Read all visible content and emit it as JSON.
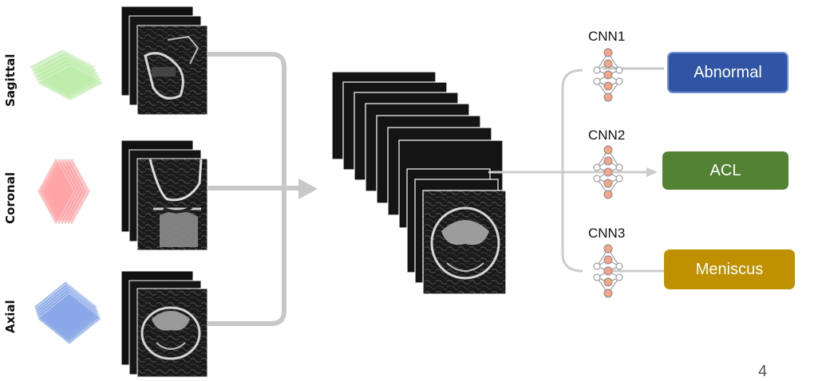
{
  "views": [
    {
      "label": "Sagittal",
      "color": "#7ed957"
    },
    {
      "label": "Coronal",
      "color": "#ff5a5f"
    },
    {
      "label": "Axial",
      "color": "#3d6fd8"
    }
  ],
  "models": [
    {
      "label": "CNN1"
    },
    {
      "label": "CNN2"
    },
    {
      "label": "CNN3"
    }
  ],
  "outputs": [
    {
      "label": "Abnormal",
      "color": "#2f55a4"
    },
    {
      "label": "ACL",
      "color": "#548235"
    },
    {
      "label": "Meniscus",
      "color": "#bf9000"
    }
  ],
  "page_number": "4",
  "colors": {
    "arrow": "#c8c8c8",
    "mri_dark": "#111111",
    "node_fill": "#f4a58a",
    "node_stroke": "#888888"
  }
}
